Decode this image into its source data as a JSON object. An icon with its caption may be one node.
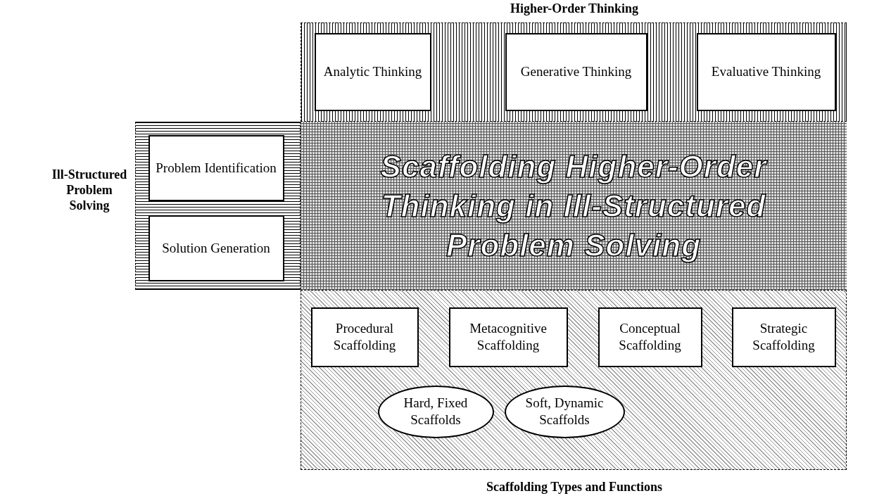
{
  "diagram": {
    "nodes": [
      {
        "text": [
          "Higher-Order Thinking"
        ]
      },
      {
        "text": [
          "Analytic Thinking"
        ],
        "in": 0
      },
      {
        "text": [
          "Generative Thinking"
        ],
        "in": 0
      },
      {
        "text": [
          "Evaluative Thinking"
        ],
        "in": 0
      },
      {
        "text": [
          "Ill-Structured Problem Solving"
        ]
      },
      {
        "text": [
          "Problem Identification"
        ],
        "in": 4
      },
      {
        "text": [
          "Solution Generation"
        ],
        "in": 4
      },
      {
        "text": [
          "Scaffolding Higher-Order Thinking in Ill-Structured Problem Solving"
        ]
      },
      {
        "text": [
          "Scaffolding Types and Functions"
        ]
      },
      {
        "text": [
          "Procedural Scaffolding"
        ],
        "in": 8
      },
      {
        "text": [
          "Metacognitive Scaffolding"
        ],
        "in": 8
      },
      {
        "text": [
          "Conceptual Scaffolding"
        ],
        "in": 8
      },
      {
        "text": [
          "Strategic Scaffolding"
        ],
        "in": 8
      },
      {
        "text": [
          "Hard, Fixed Scaffolds"
        ],
        "in": 8
      },
      {
        "text": [
          "Soft, Dynamic Scaffolds"
        ],
        "in": 8
      }
    ],
    "edges": []
  }
}
